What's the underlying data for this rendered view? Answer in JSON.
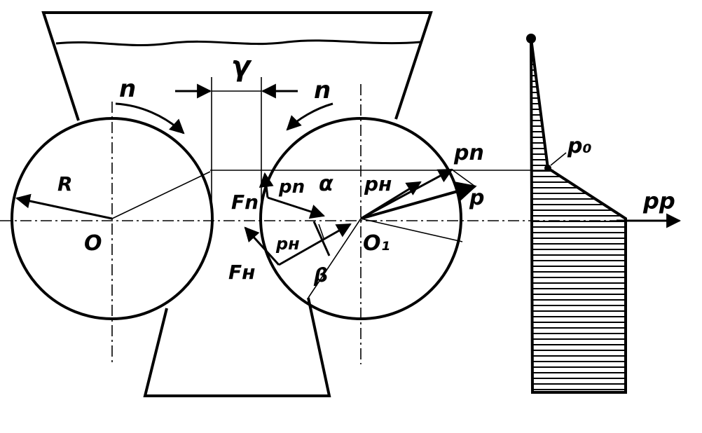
{
  "labels": {
    "gap": "γ",
    "speed_left": "n",
    "speed_right": "n",
    "radius": "R",
    "center_left": "O",
    "center_right": "O₁",
    "force_fn": "Fn",
    "force_fh": "Fн",
    "pn_small": "pn",
    "ph_small": "pн",
    "alpha": "α",
    "beta": "β",
    "ph_vector": "pн",
    "pn_vector": "pn",
    "p_vector": "p",
    "p0": "p₀",
    "pp": "pр"
  }
}
